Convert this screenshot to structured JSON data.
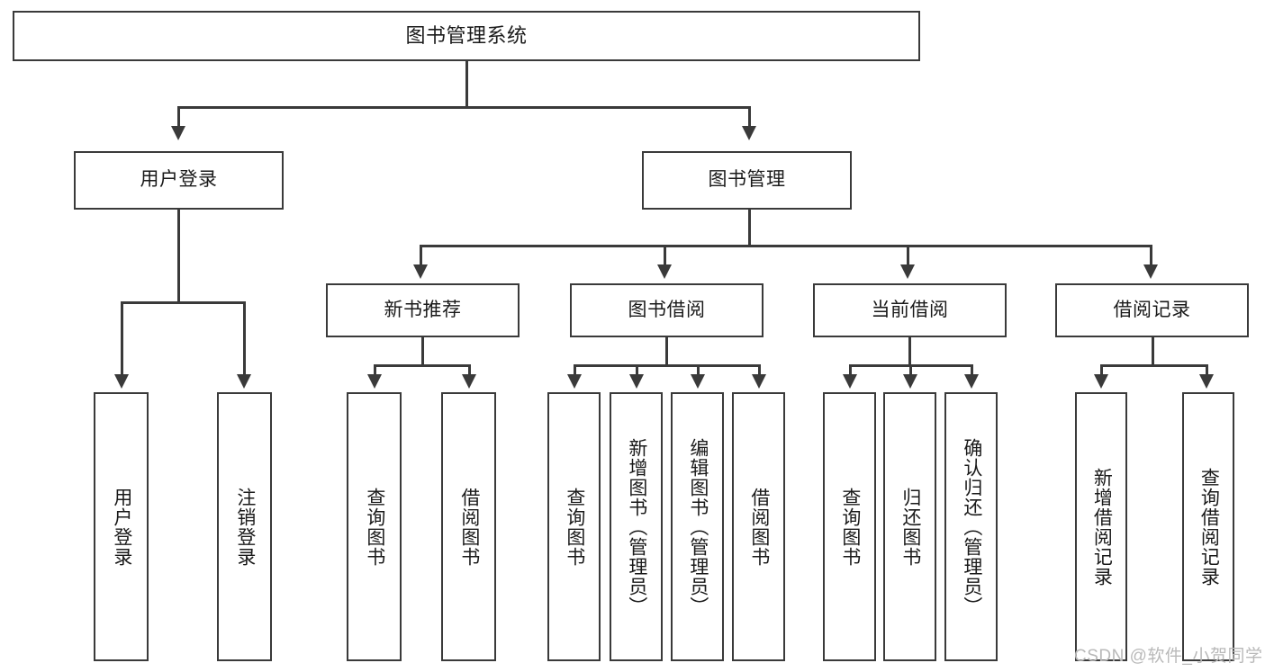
{
  "diagram": {
    "title": "图书管理系统",
    "type": "tree-hierarchy-chart",
    "colors": {
      "stroke": "#3a3a3a",
      "fill": "#ffffff",
      "text": "#1a1a1a",
      "watermark": "#b9b9b9"
    },
    "root": {
      "label": "图书管理系统"
    },
    "level2": [
      {
        "label": "用户登录"
      },
      {
        "label": "图书管理"
      }
    ],
    "level3": [
      {
        "label": "新书推荐"
      },
      {
        "label": "图书借阅"
      },
      {
        "label": "当前借阅"
      },
      {
        "label": "借阅记录"
      }
    ],
    "leaves": {
      "user_login": [
        {
          "label": "用户登录"
        },
        {
          "label": "注销登录"
        }
      ],
      "new_book": [
        {
          "label": "查询图书"
        },
        {
          "label": "借阅图书"
        }
      ],
      "book_borrow": [
        {
          "label": "查询图书"
        },
        {
          "label": "新增图书（管理员）"
        },
        {
          "label": "编辑图书（管理员）"
        },
        {
          "label": "借阅图书"
        }
      ],
      "current_borrow": [
        {
          "label": "查询图书"
        },
        {
          "label": "归还图书"
        },
        {
          "label": "确认归还（管理员）"
        }
      ],
      "borrow_record": [
        {
          "label": "新增借阅记录"
        },
        {
          "label": "查询借阅记录"
        }
      ]
    }
  },
  "watermark": {
    "text": "CSDN @软件_小贺同学"
  }
}
